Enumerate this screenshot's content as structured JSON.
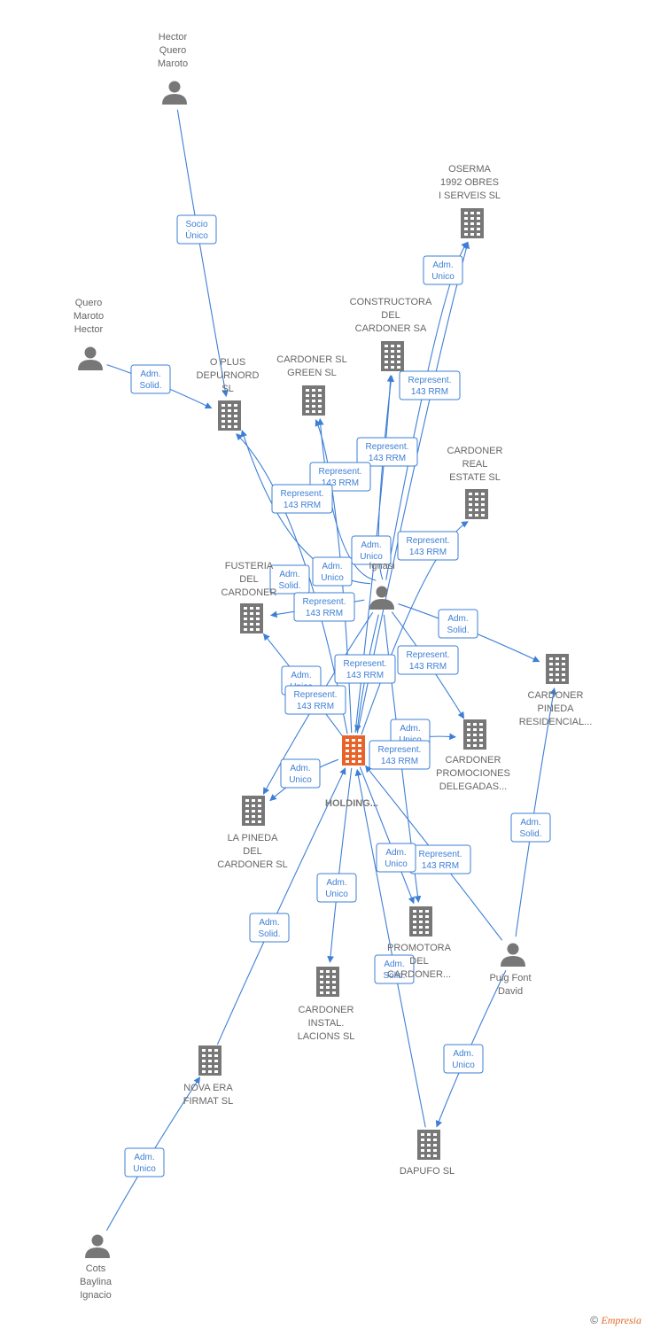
{
  "nodes": [
    {
      "id": "hector_quero",
      "type": "person",
      "label": [
        "Hector",
        "Quero",
        "Maroto"
      ]
    },
    {
      "id": "quero_maroto",
      "type": "person",
      "label": [
        "Quero",
        "Maroto",
        "Hector"
      ]
    },
    {
      "id": "oserma",
      "type": "company",
      "label": [
        "OSERMA",
        "1992 OBRES",
        "I SERVEIS  SL"
      ]
    },
    {
      "id": "constructora",
      "type": "company",
      "label": [
        "CONSTRUCTORA",
        "DEL",
        "CARDONER SA"
      ]
    },
    {
      "id": "oplus",
      "type": "company",
      "label": [
        "O PLUS",
        "DEPURNORD",
        "SL"
      ]
    },
    {
      "id": "cardoner_green",
      "type": "company",
      "label": [
        "CARDONER  SL",
        "GREEN  SL"
      ]
    },
    {
      "id": "cardoner_real",
      "type": "company",
      "label": [
        "CARDONER",
        "REAL",
        "ESTATE  SL"
      ]
    },
    {
      "id": "ignasi",
      "type": "person",
      "label": [
        "Ignasi"
      ]
    },
    {
      "id": "fusteria",
      "type": "company",
      "label": [
        "FUSTERIA",
        "DEL",
        "CARDONER"
      ]
    },
    {
      "id": "pineda_res",
      "type": "company",
      "label": [
        "CARDONER",
        "PINEDA",
        "RESIDENCIAL..."
      ]
    },
    {
      "id": "promociones",
      "type": "company",
      "label": [
        "CARDONER",
        "PROMOCIONES",
        "DELEGADAS..."
      ]
    },
    {
      "id": "holding",
      "type": "company",
      "main": true,
      "label": [
        "HOLDING..."
      ]
    },
    {
      "id": "la_pineda",
      "type": "company",
      "label": [
        "LA PINEDA",
        "DEL",
        "CARDONER  SL"
      ]
    },
    {
      "id": "promotora",
      "type": "company",
      "label": [
        "PROMOTORA",
        "DEL",
        "CARDONER..."
      ]
    },
    {
      "id": "puig",
      "type": "person",
      "label": [
        "Puig Font",
        "David"
      ]
    },
    {
      "id": "instal",
      "type": "company",
      "label": [
        "CARDONER",
        "INSTAL.",
        "LACIONS  SL"
      ]
    },
    {
      "id": "nova_era",
      "type": "company",
      "label": [
        "NOVA ERA",
        "FIRMAT  SL"
      ]
    },
    {
      "id": "dapufo",
      "type": "company",
      "label": [
        "DAPUFO  SL"
      ]
    },
    {
      "id": "cots",
      "type": "person",
      "label": [
        "Cots",
        "Baylina",
        "Ignacio"
      ]
    }
  ],
  "edges": [
    {
      "from": "hector_quero",
      "to": "oplus",
      "label": [
        "Socio",
        "Único"
      ]
    },
    {
      "from": "quero_maroto",
      "to": "oplus",
      "label": [
        "Adm.",
        "Solid."
      ]
    },
    {
      "from": "ignasi",
      "to": "oserma",
      "label": [
        "Adm.",
        "Unico"
      ]
    },
    {
      "from": "holding",
      "to": "oserma",
      "label": [
        "Represent.",
        "143 RRM"
      ]
    },
    {
      "from": "holding",
      "to": "constructora",
      "label": [
        "Represent.",
        "143 RRM"
      ]
    },
    {
      "from": "ignasi",
      "to": "constructora",
      "label": [
        "Adm.",
        "Unico"
      ]
    },
    {
      "from": "holding",
      "to": "cardoner_green",
      "label": [
        "Represent.",
        "143 RRM"
      ]
    },
    {
      "from": "ignasi",
      "to": "cardoner_green",
      "label": [
        "Adm.",
        "Unico"
      ]
    },
    {
      "from": "holding",
      "to": "oplus",
      "label": [
        "Represent.",
        "143 RRM"
      ]
    },
    {
      "from": "ignasi",
      "to": "oplus",
      "label": [
        "Adm.",
        "Solid."
      ]
    },
    {
      "from": "holding",
      "to": "cardoner_real",
      "label": [
        "Represent.",
        "143 RRM"
      ]
    },
    {
      "from": "ignasi",
      "to": "fusteria",
      "label": [
        "Represent.",
        "143 RRM"
      ]
    },
    {
      "from": "ignasi",
      "to": "pineda_res",
      "label": [
        "Adm.",
        "Solid."
      ]
    },
    {
      "from": "ignasi",
      "to": "promociones",
      "label": [
        "Represent.",
        "143 RRM"
      ]
    },
    {
      "from": "holding",
      "to": "fusteria",
      "label": [
        "Adm.",
        "Unico"
      ]
    },
    {
      "from": "ignasi",
      "to": "holding",
      "label": [
        "Represent.",
        "143 RRM"
      ]
    },
    {
      "from": "ignasi",
      "to": "la_pineda",
      "label": [
        "Represent.",
        "143 RRM"
      ]
    },
    {
      "from": "holding",
      "to": "promociones",
      "label": [
        "Adm.",
        "Unico"
      ]
    },
    {
      "from": "ignasi",
      "to": "promotora",
      "label": [
        "Represent.",
        "143 RRM"
      ]
    },
    {
      "from": "holding",
      "to": "la_pineda",
      "label": [
        "Adm.",
        "Unico"
      ]
    },
    {
      "from": "puig",
      "to": "holding",
      "label": [
        "Represent.",
        "143 RRM"
      ]
    },
    {
      "from": "holding",
      "to": "promotora",
      "label": [
        "Adm.",
        "Unico"
      ]
    },
    {
      "from": "puig",
      "to": "pineda_res",
      "label": [
        "Adm.",
        "Solid."
      ]
    },
    {
      "from": "holding",
      "to": "instal",
      "label": [
        "Adm.",
        "Unico"
      ]
    },
    {
      "from": "nova_era",
      "to": "holding",
      "label": [
        "Adm.",
        "Solid."
      ]
    },
    {
      "from": "dapufo",
      "to": "holding",
      "label": [
        "Adm.",
        "Solid."
      ]
    },
    {
      "from": "puig",
      "to": "dapufo",
      "label": [
        "Adm.",
        "Unico"
      ]
    },
    {
      "from": "cots",
      "to": "nova_era",
      "label": [
        "Adm.",
        "Unico"
      ]
    }
  ],
  "footer": {
    "symbol": "©",
    "brand": "Empresia"
  },
  "colors": {
    "edge": "#3d7fd6",
    "node": "#777777",
    "main": "#e8632a"
  }
}
